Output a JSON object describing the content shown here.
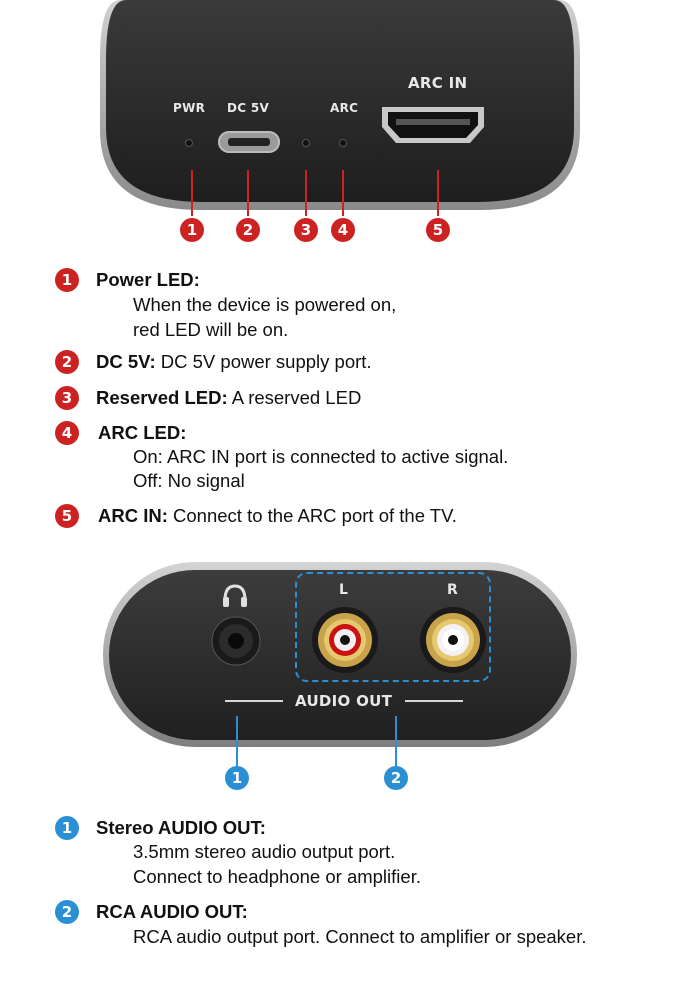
{
  "top_device": {
    "labels": {
      "pwr": "PWR",
      "dc5v": "DC 5V",
      "arc": "ARC",
      "arc_in": "ARC IN"
    },
    "callouts": [
      "1",
      "2",
      "3",
      "4",
      "5"
    ]
  },
  "top_legend": [
    {
      "num": "1",
      "title": "Power LED:",
      "text": "",
      "lines": [
        "When the device is powered on,",
        "red LED will be on."
      ]
    },
    {
      "num": "2",
      "title": "DC 5V:",
      "text": "DC 5V power supply port.",
      "lines": []
    },
    {
      "num": "3",
      "title": "Reserved LED:",
      "text": "A reserved LED",
      "lines": []
    },
    {
      "num": "4",
      "title": "ARC LED:",
      "text": "",
      "lines": [
        "On: ARC IN port is connected to active signal.",
        "Off: No signal"
      ]
    },
    {
      "num": "5",
      "title": "ARC IN:",
      "text": "Connect to the ARC port of the  TV.",
      "lines": []
    }
  ],
  "bottom_device": {
    "labels": {
      "left": "L",
      "right": "R",
      "audio_out": "AUDIO OUT"
    },
    "icon": "headphone-icon",
    "callouts": [
      "1",
      "2"
    ]
  },
  "bottom_legend": [
    {
      "num": "1",
      "title": "Stereo AUDIO OUT:",
      "lines": [
        "3.5mm stereo audio output port.",
        "Connect to headphone or amplifier."
      ]
    },
    {
      "num": "2",
      "title": "RCA AUDIO OUT:",
      "lines": [
        "RCA audio output port. Connect to amplifier or speaker."
      ]
    }
  ],
  "colors": {
    "red_accent": "#cc2222",
    "blue_accent": "#2b8fd4",
    "device_body": "#2a2a2a",
    "device_rim": "#a8a8a8"
  }
}
